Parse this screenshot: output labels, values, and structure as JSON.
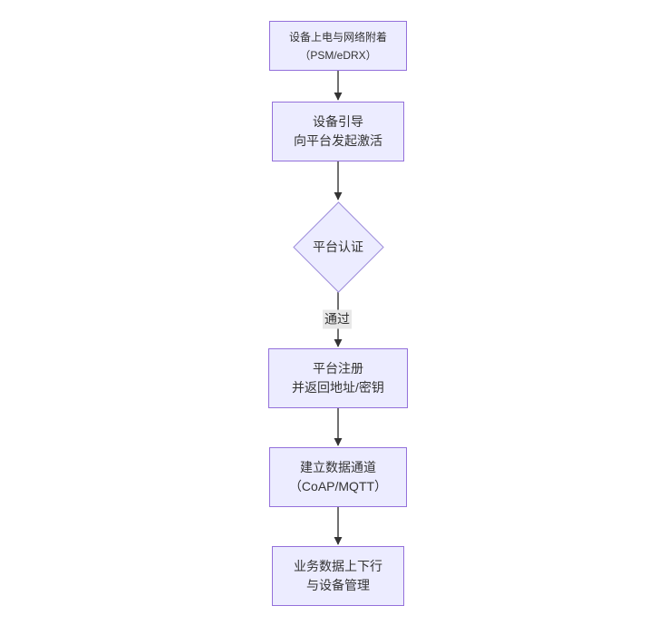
{
  "diagram": {
    "type": "flowchart",
    "direction": "top-down",
    "colors": {
      "canvas_bg": "#ffffff",
      "node_fill": "#ECECFF",
      "node_border": "#9370DB",
      "edge_line": "#333333",
      "text": "#333333",
      "edge_label_bg": "#e8e8e8"
    },
    "nodes": [
      {
        "shape": "rectangle",
        "lines": [
          "设备上电与网络附着",
          "（PSM/eDRX）"
        ]
      },
      {
        "shape": "rectangle",
        "lines": [
          "设备引导",
          "向平台发起激活"
        ]
      },
      {
        "shape": "diamond",
        "lines": [
          "平台认证"
        ]
      },
      {
        "shape": "rectangle",
        "lines": [
          "平台注册",
          "并返回地址/密钥"
        ]
      },
      {
        "shape": "rectangle",
        "lines": [
          "建立数据通道",
          "（CoAP/MQTT）"
        ]
      },
      {
        "shape": "rectangle",
        "lines": [
          "业务数据上下行",
          "与设备管理"
        ]
      }
    ],
    "edges": [
      {
        "from": 0,
        "to": 1,
        "label": ""
      },
      {
        "from": 1,
        "to": 2,
        "label": ""
      },
      {
        "from": 2,
        "to": 3,
        "label": "通过"
      },
      {
        "from": 3,
        "to": 4,
        "label": ""
      },
      {
        "from": 4,
        "to": 5,
        "label": ""
      }
    ]
  }
}
